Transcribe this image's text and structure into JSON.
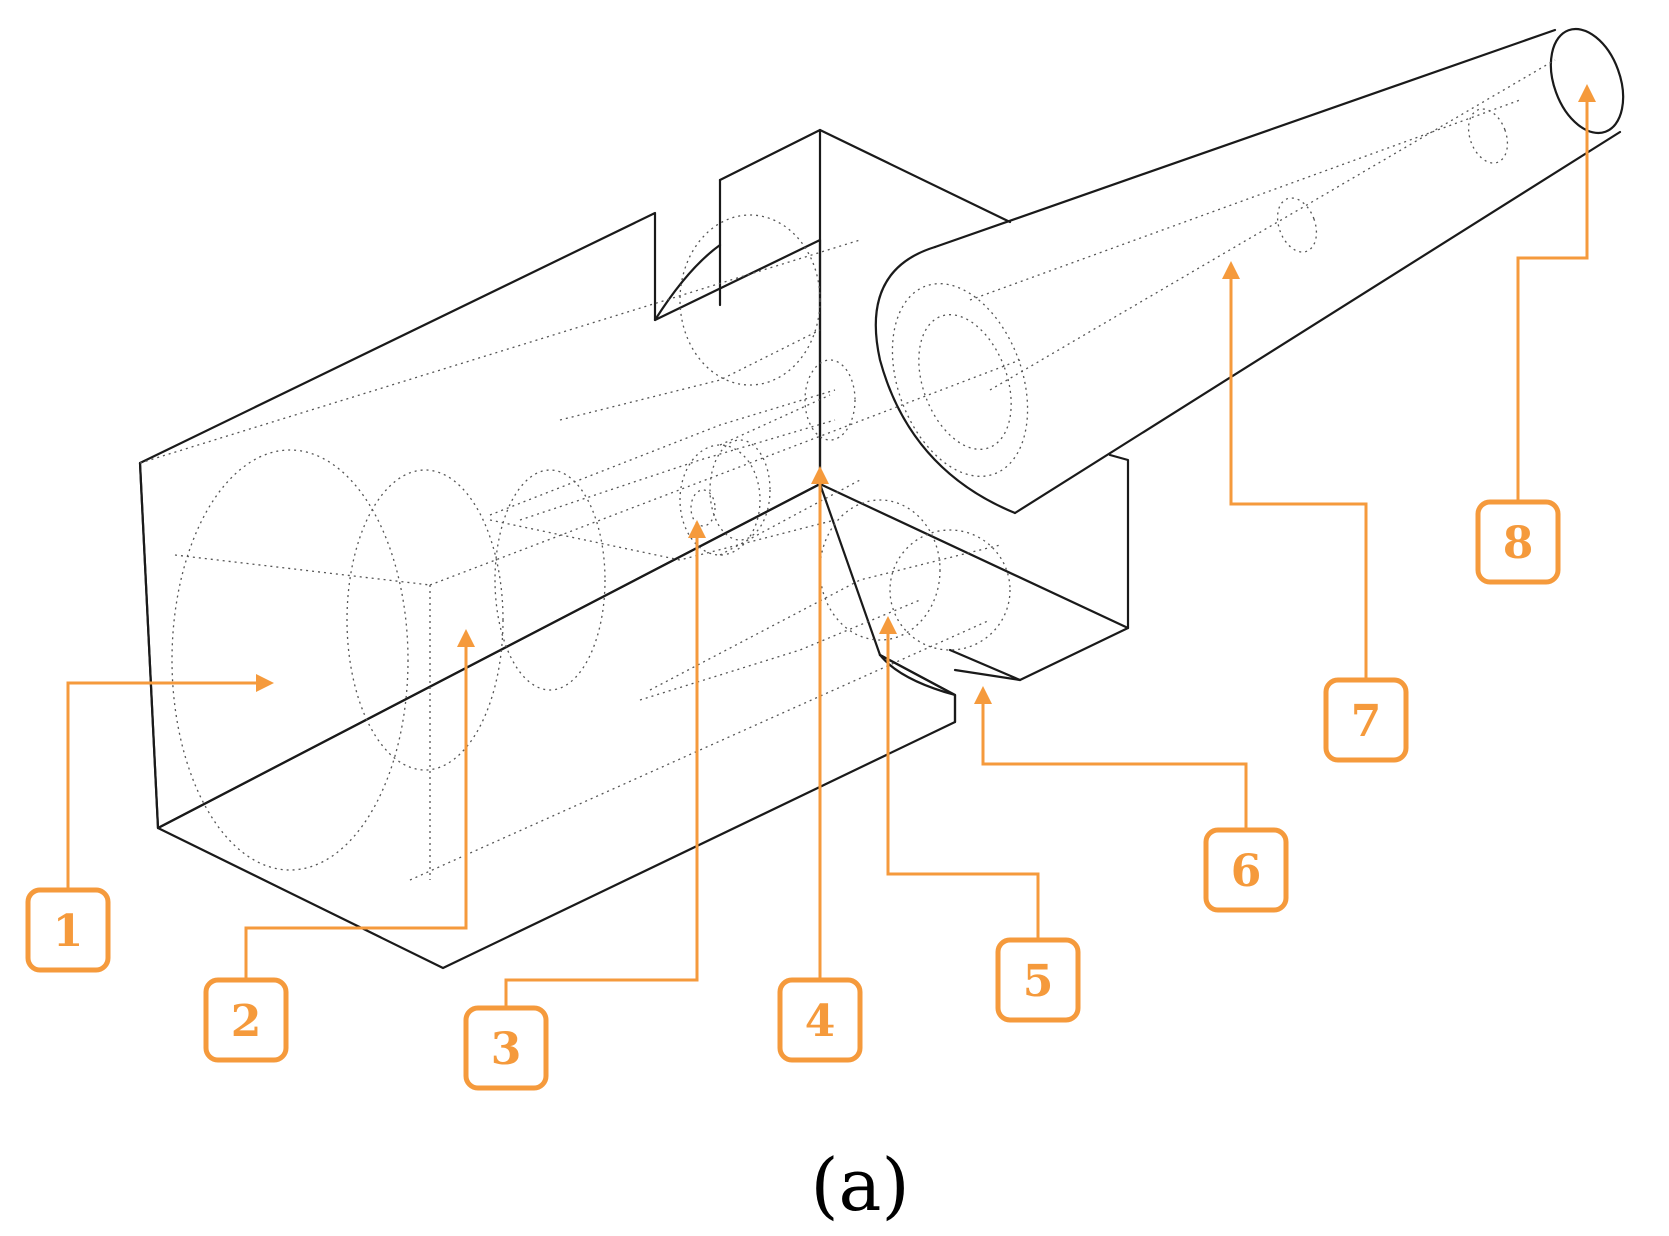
{
  "callouts": [
    {
      "id": "1",
      "label": "1"
    },
    {
      "id": "2",
      "label": "2"
    },
    {
      "id": "3",
      "label": "3"
    },
    {
      "id": "4",
      "label": "4"
    },
    {
      "id": "5",
      "label": "5"
    },
    {
      "id": "6",
      "label": "6"
    },
    {
      "id": "7",
      "label": "7"
    },
    {
      "id": "8",
      "label": "8"
    }
  ],
  "caption": "(a)",
  "colors": {
    "callout": "#f59a3c",
    "outline": "#1a1a1a",
    "hidden_line": "#555555"
  }
}
